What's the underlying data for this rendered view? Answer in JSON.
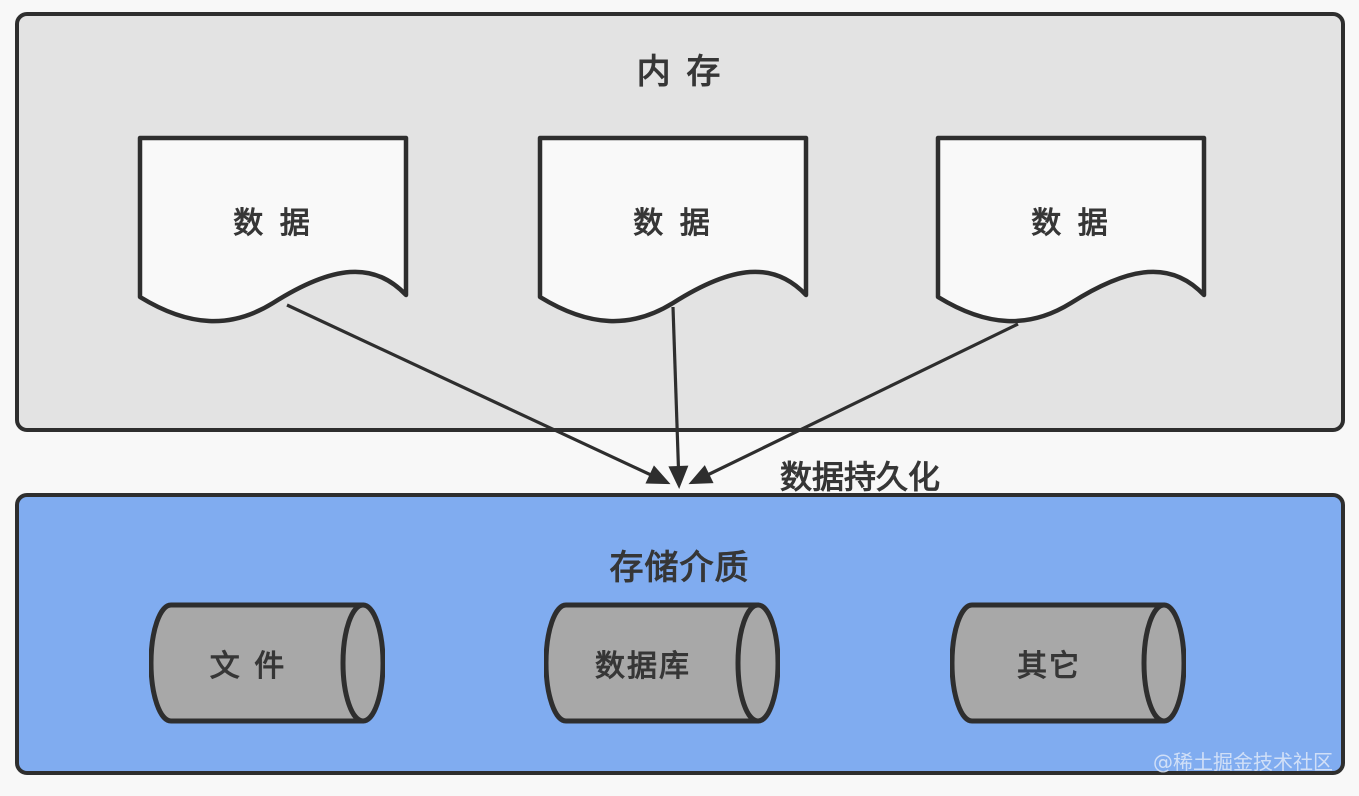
{
  "colors": {
    "canvas_bg": "#f8f8f8",
    "outline": "#2e2e2e",
    "memory_box_bg": "#e3e3e3",
    "document_bg": "#f9f9f9",
    "storage_box_bg": "#80acf0",
    "cylinder_bg": "#a8a8a8",
    "label_text": "#363636",
    "watermark_text": "#dfe9f9"
  },
  "memory_section": {
    "title": "内 存",
    "documents": [
      {
        "label": "数 据"
      },
      {
        "label": "数 据"
      },
      {
        "label": "数 据"
      }
    ]
  },
  "persistence": {
    "label": "数据持久化"
  },
  "storage_section": {
    "title": "存储介质",
    "cylinders": [
      {
        "label": "文 件"
      },
      {
        "label": "数据库"
      },
      {
        "label": "其它"
      }
    ]
  },
  "watermark": {
    "text": "@稀土掘金技术社区"
  }
}
